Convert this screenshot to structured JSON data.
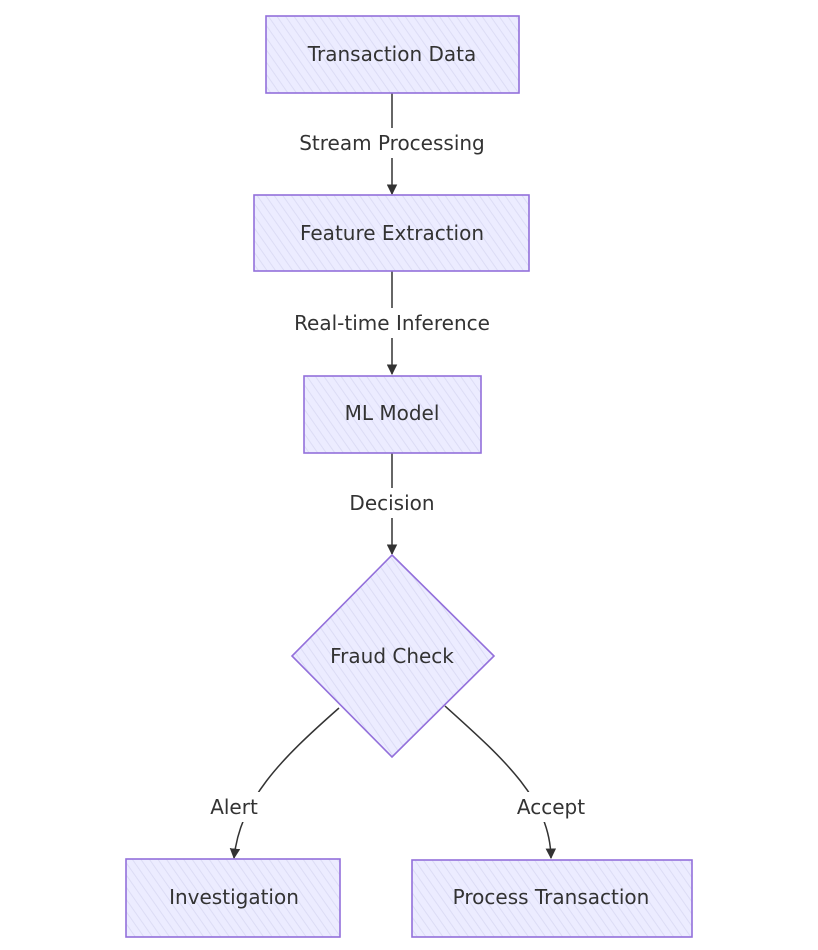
{
  "diagram": {
    "nodes": {
      "transaction_data": "Transaction Data",
      "feature_extraction": "Feature Extraction",
      "ml_model": "ML Model",
      "fraud_check": "Fraud Check",
      "investigation": "Investigation",
      "process_transaction": "Process Transaction"
    },
    "edges": {
      "stream_processing": "Stream Processing",
      "realtime_inference": "Real-time Inference",
      "decision": "Decision",
      "alert": "Alert",
      "accept": "Accept"
    },
    "colors": {
      "node_fill": "#ECECFF",
      "node_stroke": "#9370DB",
      "edge": "#333333",
      "text": "#333333"
    }
  }
}
